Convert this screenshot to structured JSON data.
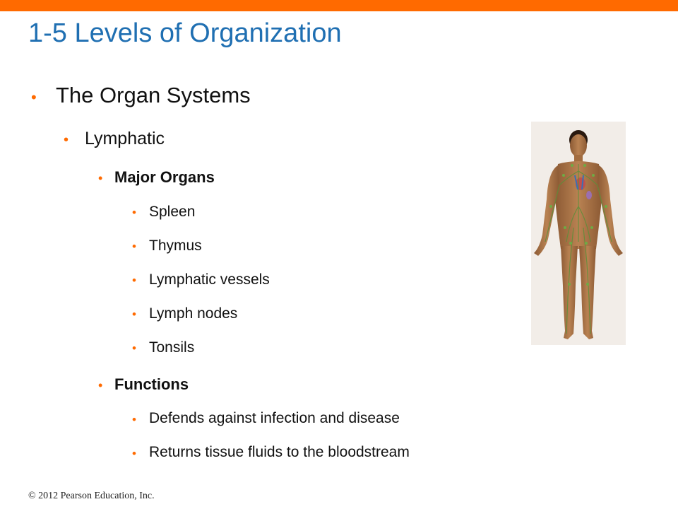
{
  "slide": {
    "title": "1-5 Levels of Organization",
    "footer": "© 2012 Pearson Education, Inc.",
    "colors": {
      "accent_bar": "#ff6a00",
      "bullet": "#ff6a00",
      "title": "#1f6fb2"
    }
  },
  "content": {
    "bullet_glyph": "•",
    "level1": "The Organ Systems",
    "level2": "Lymphatic",
    "major_organs": {
      "heading": "Major Organs",
      "items": [
        "Spleen",
        "Thymus",
        "Lymphatic vessels",
        "Lymph nodes",
        "Tonsils"
      ]
    },
    "functions": {
      "heading": "Functions",
      "items": [
        "Defends against infection and disease",
        "Returns tissue fluids to the bloodstream"
      ]
    }
  },
  "figure": {
    "subject": "human body illustration showing lymphatic system"
  }
}
